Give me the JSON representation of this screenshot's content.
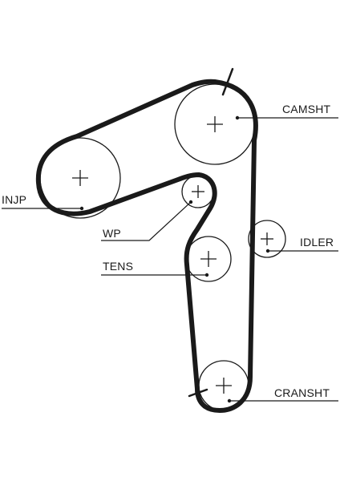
{
  "diagram": {
    "labels": {
      "camshaft": "CAMSHT",
      "injection_pump": "INJP",
      "water_pump": "WP",
      "tensioner": "TENS",
      "idler": "IDLER",
      "crankshaft": "CRANSHT"
    },
    "colors": {
      "line": "#1a1a1a",
      "background": "#ffffff"
    }
  }
}
